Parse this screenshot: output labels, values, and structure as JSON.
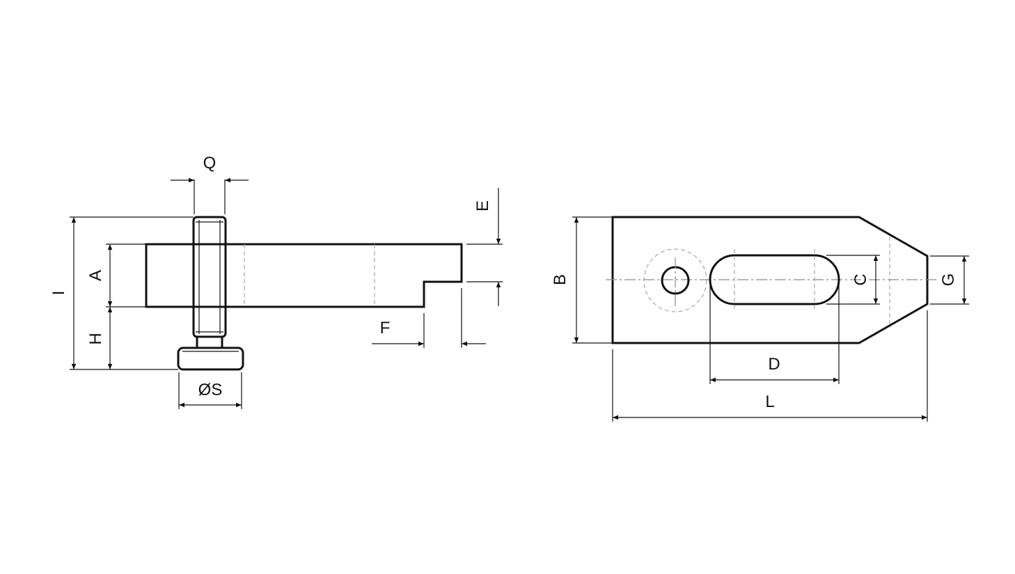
{
  "dimensions": {
    "Q": "Q",
    "E": "E",
    "I": "I",
    "A": "A",
    "H": "H",
    "F": "F",
    "S": "ØS",
    "B": "B",
    "C": "C",
    "G": "G",
    "D": "D",
    "L": "L"
  }
}
